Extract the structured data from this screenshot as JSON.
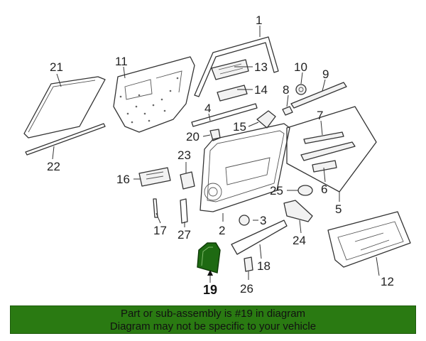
{
  "diagram": {
    "highlight_color": "#1e6a12",
    "callouts": [
      "1",
      "2",
      "3",
      "4",
      "5",
      "6",
      "7",
      "8",
      "9",
      "10",
      "11",
      "12",
      "13",
      "14",
      "15",
      "16",
      "17",
      "18",
      "19",
      "20",
      "21",
      "22",
      "23",
      "24",
      "25",
      "26",
      "27"
    ],
    "highlighted_part": "19"
  },
  "banner": {
    "line1": "Part or sub-assembly is #19 in diagram",
    "line2": "Diagram may not be specific to your vehicle",
    "background": "#2a7a12"
  }
}
